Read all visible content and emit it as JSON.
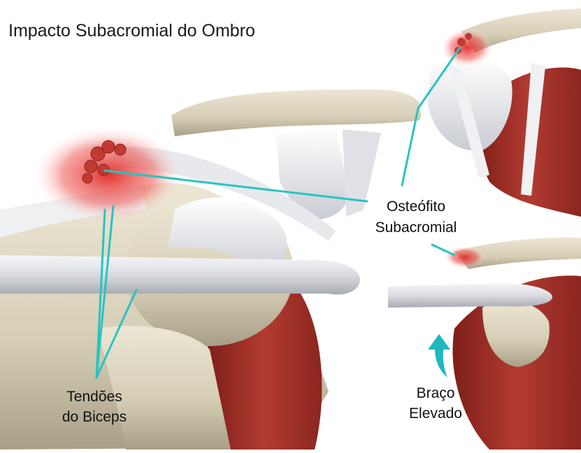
{
  "title": "Impacto Subacromial do Ombro",
  "labels": {
    "osteophyte_line1": "Osteófito",
    "osteophyte_line2": "Subacromial",
    "biceps_line1": "Tendões",
    "biceps_line2": "do Biceps",
    "arm_line1": "Braço",
    "arm_line2": "Elevado"
  },
  "colors": {
    "bone": "#d9d2bd",
    "bone_shade": "#b9b09a",
    "cartilage": "#ecedf0",
    "muscle": "#a8322b",
    "muscle_dark": "#7c1f1a",
    "inflamed": "#e33a36",
    "leader_line": "#27c4c2",
    "arrow": "#1fb8c0"
  }
}
